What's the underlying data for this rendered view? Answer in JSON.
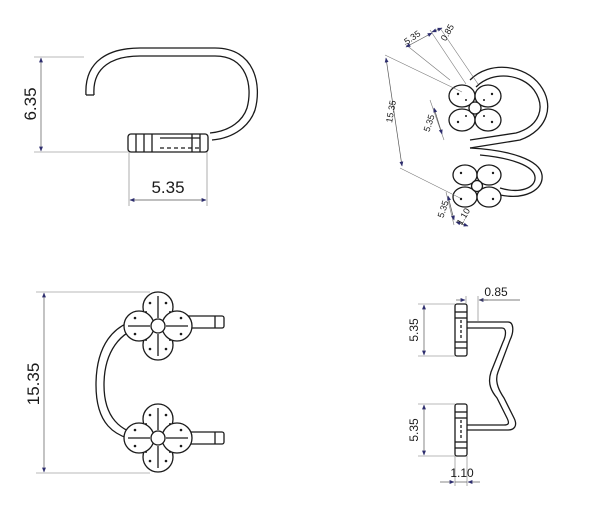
{
  "views": {
    "side": {
      "height_dim": "6.35",
      "width_dim": "5.35"
    },
    "iso": {
      "dim_a": "5.35",
      "dim_b": "0.85",
      "dim_c": "15.35",
      "dim_d": "5.35",
      "dim_e": "5.35",
      "dim_f": "1.10"
    },
    "front": {
      "height_dim": "15.35"
    },
    "top": {
      "top_dim": "0.85",
      "upper_dim": "5.35",
      "lower_dim": "5.35",
      "bottom_dim": "1.10"
    }
  }
}
